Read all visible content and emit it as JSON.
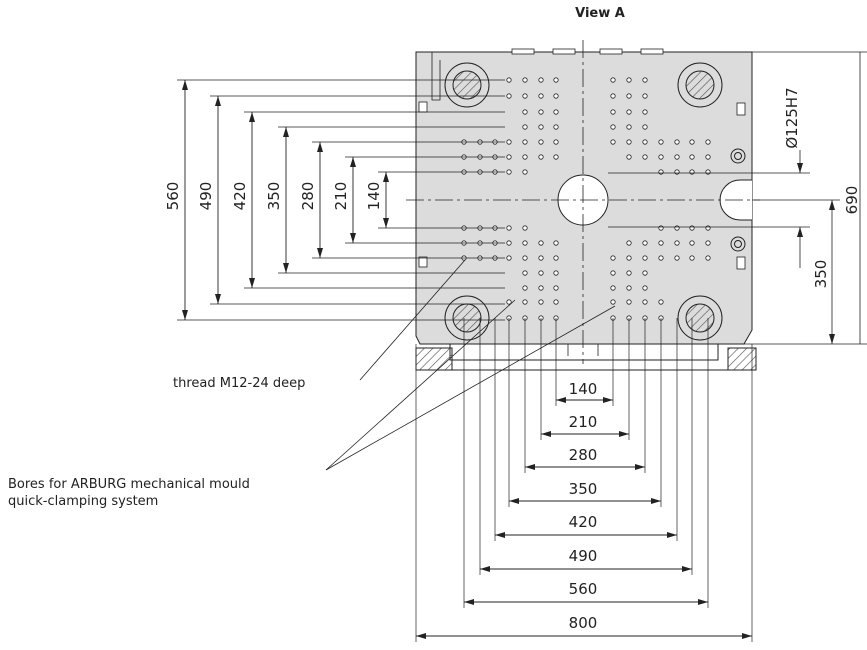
{
  "title": "View A",
  "notes": {
    "thread": "thread M12-24 deep",
    "bores_line1": "Bores for ARBURG mechanical mould",
    "bores_line2": "quick-clamping system"
  },
  "labels": {
    "bore_diameter": "Ø125H7",
    "right_690": "690",
    "right_350": "350"
  },
  "left_dims": [
    "560",
    "490",
    "420",
    "350",
    "280",
    "210",
    "140"
  ],
  "bottom_dims": [
    "140",
    "210",
    "280",
    "350",
    "420",
    "490",
    "560",
    "800"
  ],
  "colors": {
    "plate": "#dcdcdc",
    "line": "#222222",
    "hatch": "#555555"
  }
}
